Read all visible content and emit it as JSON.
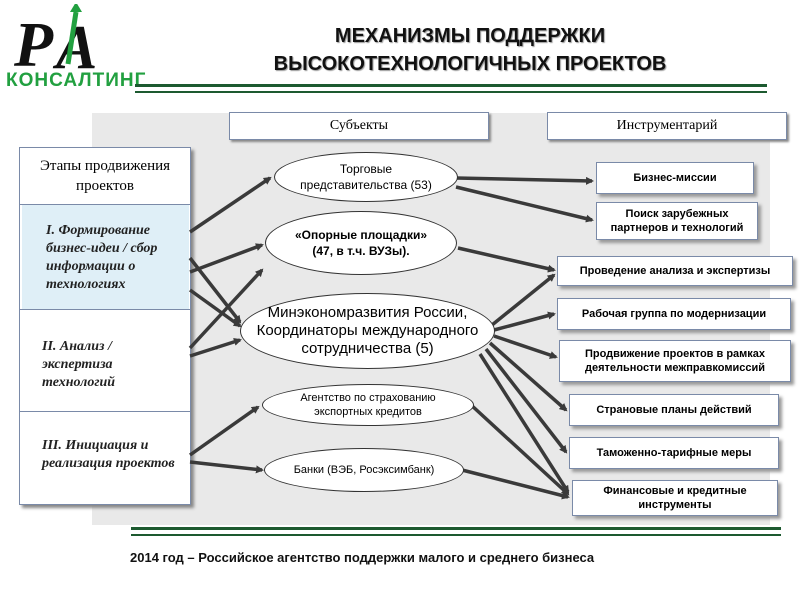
{
  "logo": {
    "monogram": "PA",
    "text": "КОНСАЛТИНГ"
  },
  "title": {
    "line1": "МЕХАНИЗМЫ ПОДДЕРЖКИ",
    "line2": "ВЫСОКОТЕХНОЛОГИЧНЫХ ПРОЕКТОВ"
  },
  "headers": {
    "subjects": "Субъекты",
    "tools": "Инструментарий"
  },
  "stages": {
    "title": "Этапы продвижения проектов",
    "items": [
      "I. Формирование бизнес-идеи / сбор информации о технологиях",
      "II. Анализ / экспертиза технологий",
      "III. Инициация и реализация проектов"
    ]
  },
  "subjects": {
    "trade": "Торговые представительства (53)",
    "platforms": "«Опорные площадки» (47, в т.ч. ВУЗы).",
    "ministry": "Минэкономразвития России, Координаторы международного сотрудничества (5)",
    "insurance": "Агентство по страхованию экспортных кредитов",
    "banks": "Банки (ВЭБ, Росэксимбанк)"
  },
  "tools": [
    "Бизнес-миссии",
    "Поиск зарубежных партнеров и технологий",
    "Проведение анализа и экспертизы",
    "Рабочая группа по модернизации",
    "Продвижение проектов в рамках деятельности межправкомиссий",
    "Страновые планы действий",
    "Таможенно-тарифные меры",
    "Финансовые и кредитные инструменты"
  ],
  "footer": "2014 год – Российское агентство поддержки малого и среднего бизнеса",
  "colors": {
    "brand_green": "#22a040",
    "rule": "#1d5a30",
    "panel": "#e9e9e9",
    "stage1": "#dfeff7"
  }
}
